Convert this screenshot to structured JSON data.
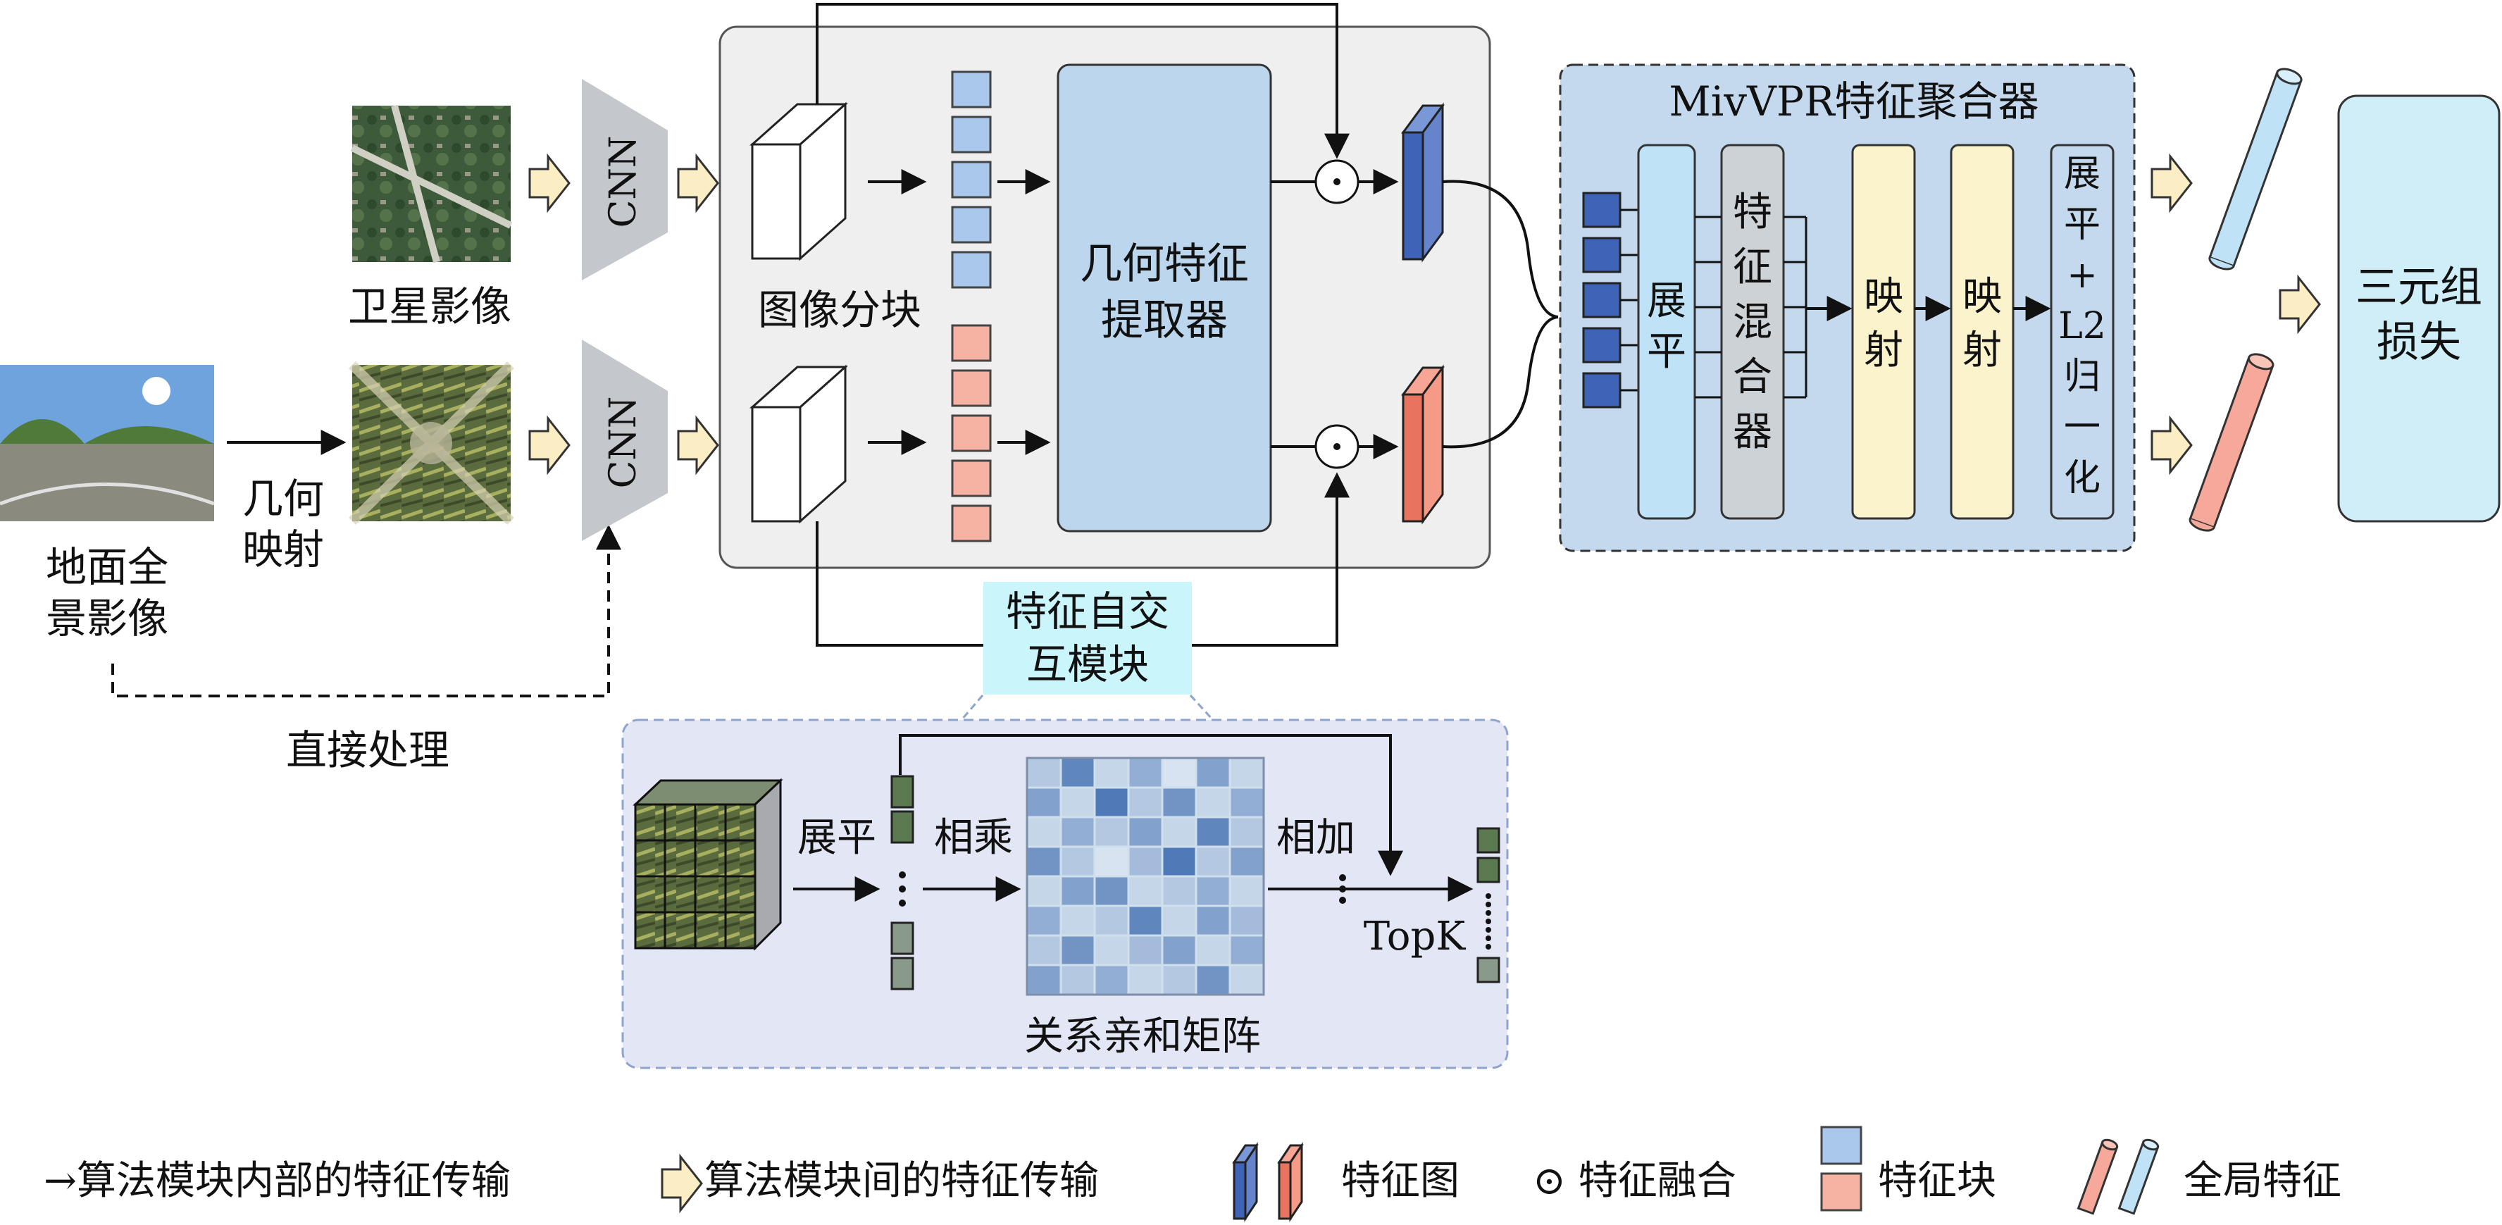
{
  "labels": {
    "satellite_image": "卫星影像",
    "ground_panorama_l1": "地面全",
    "ground_panorama_l2": "景影像",
    "geometric_mapping_l1": "几何",
    "geometric_mapping_l2": "映射",
    "cnn_top": "CNN",
    "cnn_bottom": "CNN",
    "direct_processing": "直接处理",
    "image_patching": "图像分块",
    "geo_extractor_l1": "几何特征",
    "geo_extractor_l2": "提取器",
    "fusion_symbol": "⊙",
    "self_interaction_l1": "特征自交",
    "self_interaction_l2": "互模块",
    "aggregator_title": "MivVPR特征聚合器",
    "flatten_col": [
      "展",
      "平"
    ],
    "mixer_col": [
      "特",
      "征",
      "混",
      "合",
      "器"
    ],
    "map1_col": [
      "映",
      "射"
    ],
    "map2_col": [
      "映",
      "射"
    ],
    "l2_col": [
      "展",
      "平",
      "+",
      "L2",
      "归",
      "一",
      "化"
    ],
    "triplet_l1": "三元组",
    "triplet_l2": "损失",
    "sub_flatten": "展平",
    "sub_multiply": "相乘",
    "sub_add": "相加",
    "sub_topk": "TopK",
    "affinity_matrix": "关系亲和矩阵"
  },
  "legend": {
    "intra_module": "→算法模块内部的特征传输",
    "inter_module": "算法模块间的特征传输",
    "feature_map": "特征图",
    "feature_fusion": "⊙ 特征融合",
    "feature_block": "特征块",
    "global_feature": "全局特征"
  },
  "colors": {
    "blue_block": "#a9c8ec",
    "blue_dark": "#3f63b7",
    "salmon_block": "#f6b3a3",
    "salmon_dark": "#e8735f",
    "main_panel": "#efefef",
    "aggregator_panel": "#c5d9ee",
    "extractor": "#bcd6ee",
    "yellow_col": "#fbf3cc",
    "cnn_gray": "#c4c8cc",
    "triplet": "#cfeef7",
    "sub_panel": "#e3e6f5",
    "cyan_label": "#c9f5fb",
    "arrow_fill": "#fbeec4"
  },
  "affinity_matrix_levels": [
    [
      0.3,
      0.8,
      0.2,
      0.5,
      0.1,
      0.6,
      0.2
    ],
    [
      0.6,
      0.2,
      0.9,
      0.3,
      0.7,
      0.2,
      0.5
    ],
    [
      0.2,
      0.5,
      0.3,
      0.6,
      0.2,
      0.8,
      0.3
    ],
    [
      0.7,
      0.3,
      0.1,
      0.4,
      0.9,
      0.3,
      0.6
    ],
    [
      0.2,
      0.6,
      0.7,
      0.2,
      0.3,
      0.5,
      0.2
    ],
    [
      0.5,
      0.2,
      0.3,
      0.8,
      0.2,
      0.6,
      0.4
    ],
    [
      0.3,
      0.7,
      0.2,
      0.4,
      0.6,
      0.2,
      0.5
    ],
    [
      0.6,
      0.3,
      0.5,
      0.2,
      0.3,
      0.7,
      0.2
    ]
  ]
}
